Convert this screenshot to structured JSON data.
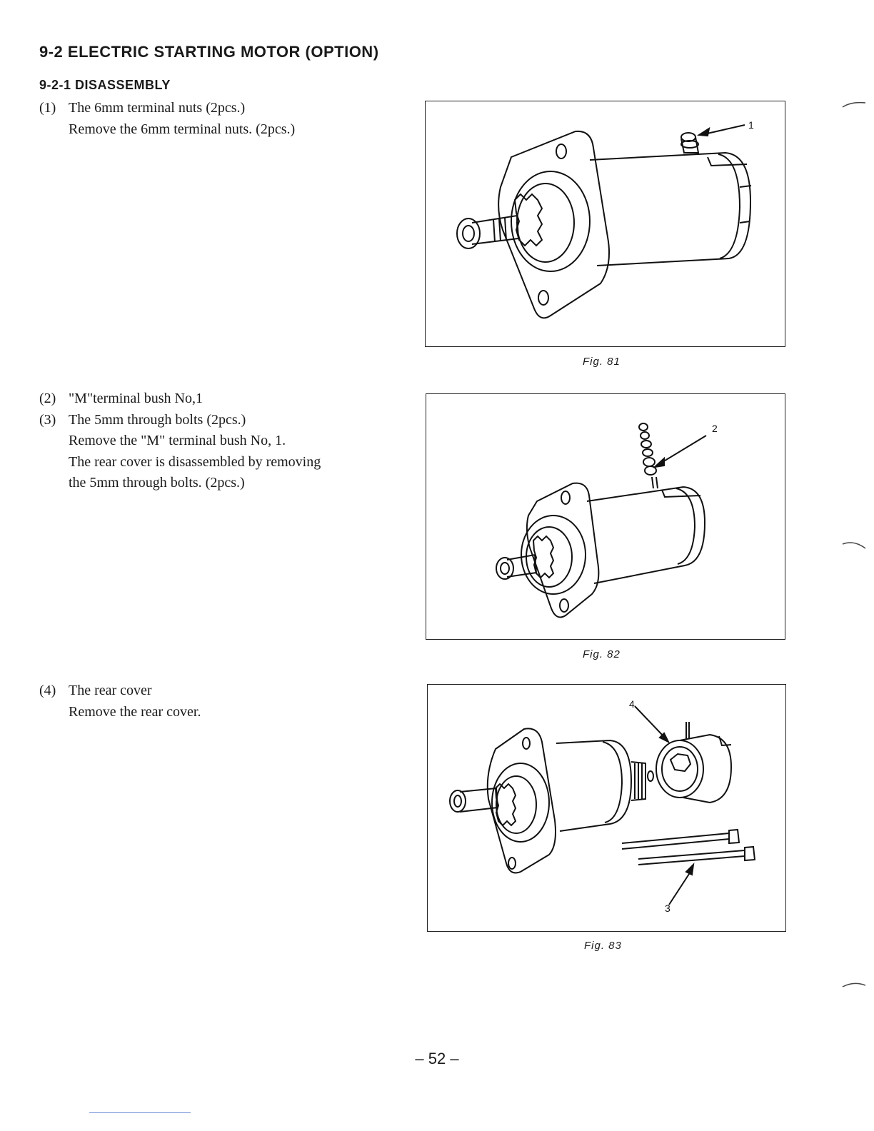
{
  "heading": "9-2 ELECTRIC STARTING MOTOR (OPTION)",
  "subheading": "9-2-1 DISASSEMBLY",
  "steps": [
    {
      "lines": [
        {
          "num": "(1)",
          "text": "The 6mm terminal nuts (2pcs.)"
        },
        {
          "num": "",
          "text": "Remove the 6mm terminal nuts. (2pcs.)"
        }
      ]
    },
    {
      "lines": [
        {
          "num": "(2)",
          "text": "\"M\"terminal bush No,1"
        },
        {
          "num": "(3)",
          "text": "The 5mm through bolts (2pcs.)"
        },
        {
          "num": "",
          "text": "Remove the \"M\" terminal bush No, 1."
        },
        {
          "num": "",
          "text": "The rear cover is disassembled by removing"
        },
        {
          "num": "",
          "text": "the 5mm through bolts. (2pcs.)"
        }
      ]
    },
    {
      "lines": [
        {
          "num": "(4)",
          "text": "The rear cover"
        },
        {
          "num": "",
          "text": "Remove the rear cover."
        }
      ]
    }
  ],
  "figures": [
    {
      "caption": "Fig. 81",
      "callouts": [
        "1"
      ]
    },
    {
      "caption": "Fig. 82",
      "callouts": [
        "2"
      ]
    },
    {
      "caption": "Fig. 83",
      "callouts": [
        "4",
        "3"
      ]
    }
  ],
  "page_number": "– 52 –"
}
